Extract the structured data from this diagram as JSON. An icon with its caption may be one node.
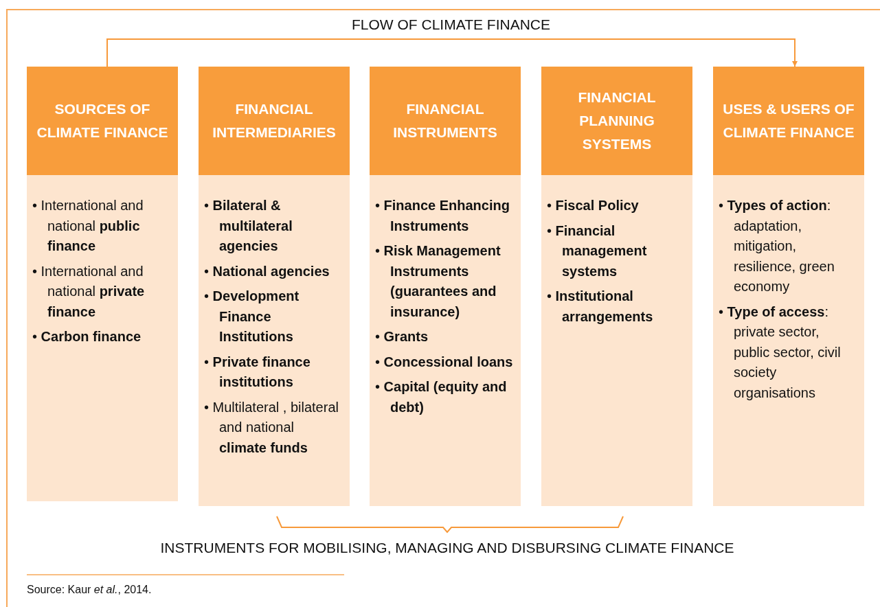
{
  "diagram": {
    "nodes": [
      {
        "text": [
          "SOURCES OF CLIMATE FINANCE",
          "• International and national **public finance**",
          "• International and national **private finance**",
          "• **Carbon finance**"
        ]
      },
      {
        "text": [
          "FINANCIAL INTERMEDIARIES",
          "• **Bilateral & multilateral agencies**",
          "• **National agencies**",
          "• **Development Finance Institutions**",
          "• **Private finance institutions**",
          "• Multilateral , bilateral and national **climate funds**"
        ]
      },
      {
        "text": [
          "FINANCIAL INSTRUMENTS",
          "• **Finance Enhancing Instruments**",
          "• **Risk Management Instruments (guarantees and insurance)**",
          "• **Grants**",
          "• **Concessional loans**",
          "• **Capital (equity and debt)**"
        ]
      },
      {
        "text": [
          "FINANCIAL PLANNING SYSTEMS",
          "• **Fiscal Policy**",
          "• **Financial management systems**",
          "• **Institutional arrangements**"
        ]
      },
      {
        "text": [
          "USES & USERS OF CLIMATE FINANCE",
          "• **Types of action**: adaptation, mitigation, resilience, green economy",
          "• **Type of access**: private sector, public sector, civil society organisations"
        ]
      }
    ],
    "edges": [
      {
        "from": 0,
        "to": 4,
        "arrow": "to",
        "label": "FLOW OF CLIMATE FINANCE"
      }
    ],
    "labels": [
      "INSTRUMENTS FOR MOBILISING, MANAGING AND DISBURSING CLIMATE FINANCE"
    ],
    "caption": "Source: Kaur *et al.*, 2014."
  }
}
